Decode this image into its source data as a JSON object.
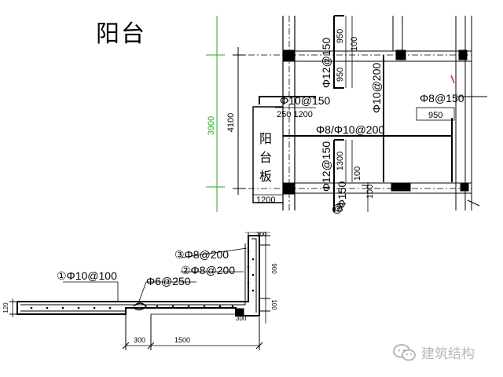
{
  "title": "阳台",
  "plan": {
    "dims": {
      "v3900": "3900",
      "v4100": "4100",
      "h1200": "1200",
      "h250_1200": "250 1200",
      "h950": "950",
      "v950_top": "950",
      "v100_top": "100",
      "v950_mid": "950",
      "v1300": "1300",
      "v100_low": "100",
      "v100_bot": "100",
      "v00": "00"
    },
    "rebar": {
      "r12_150_top": "Φ12@150",
      "r10_150": "Φ10@150",
      "r10_200_v": "Φ10@200",
      "r8_150": "Φ8@150",
      "r8_10_200": "Φ8/Φ10@200",
      "r12_150_low": "Φ12@150",
      "r150_bot": "Φ150",
      "r_at_bot": "@"
    },
    "board_label": [
      "阳",
      "台",
      "板"
    ]
  },
  "section": {
    "labels": {
      "bar1": "①Φ10@100",
      "bar2": "②Φ8@200",
      "bar3": "③Φ8@200",
      "bar6": "Φ6@250"
    },
    "dims": {
      "d100_top": "100",
      "d900": "900",
      "d100_right": "100",
      "d300_small": "300",
      "d120": "120",
      "d300": "300",
      "d1500": "1500"
    }
  },
  "watermark": {
    "text": "建筑结构",
    "icon": "wechat-icon"
  },
  "colors": {
    "line": "#000000",
    "green_dim": "#2aa52a",
    "red_mark": "#d42020",
    "watermark": "#b9b9b9"
  }
}
